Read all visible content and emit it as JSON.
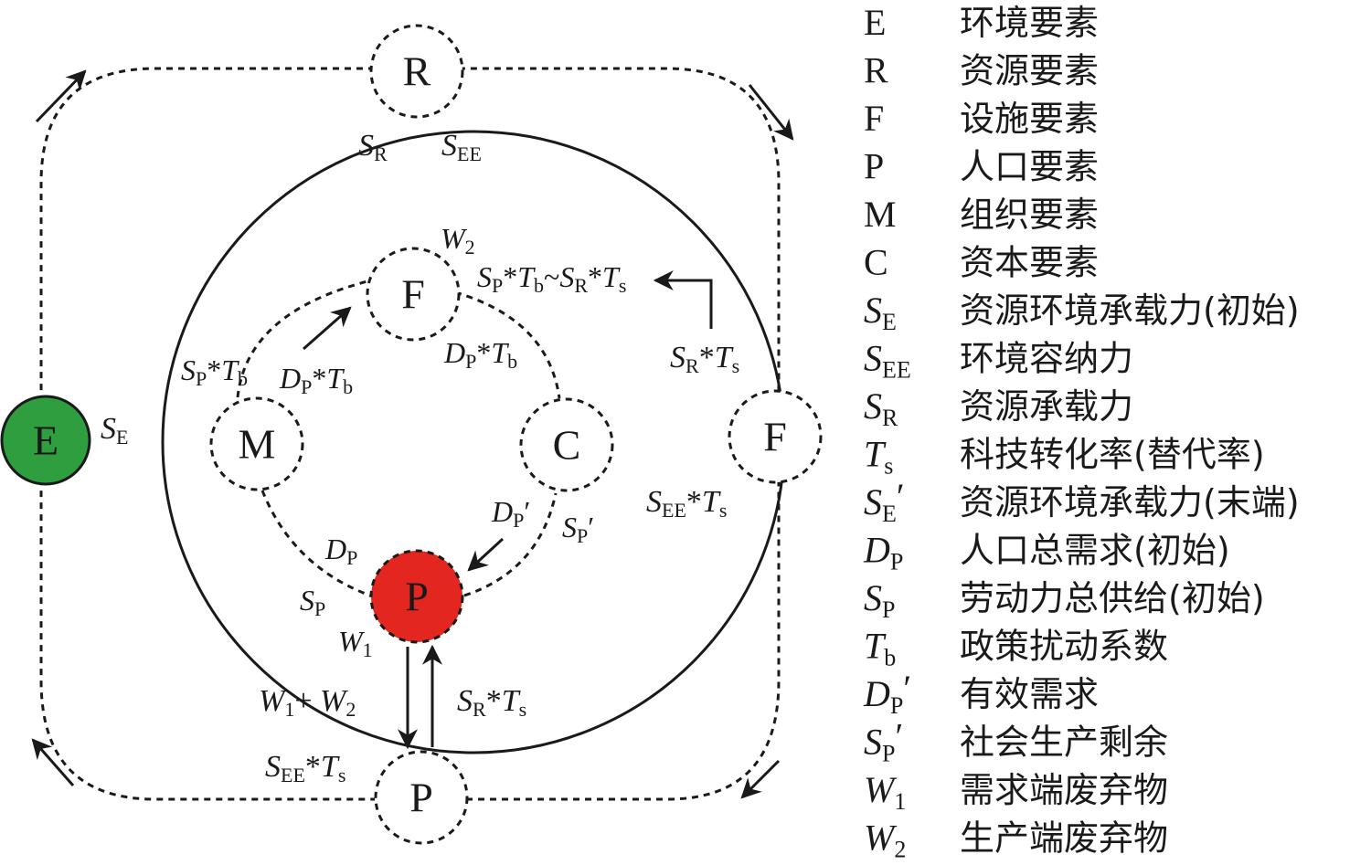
{
  "colors": {
    "env_node": "#2e9e3f",
    "pop_node": "#e3261f",
    "stroke": "#1a1a1a"
  },
  "nodes": {
    "env": "E",
    "resource": "R",
    "facility_inner": "F",
    "facility_outer": "F",
    "organization": "M",
    "capital": "C",
    "population_inner": "P",
    "population_outer": "P"
  },
  "labels": {
    "sr_top": {
      "s": "S",
      "sub": "R"
    },
    "see_top": {
      "s": "S",
      "sub": "EE"
    },
    "se_left": {
      "s": "S",
      "sub": "E"
    },
    "w2": {
      "s": "W",
      "sub": "2"
    },
    "sp_tb_sr_ts": {
      "a": "S",
      "a_sub": "P",
      "b": "*",
      "c": "T",
      "c_sub": "b",
      "d": "~",
      "e": "S",
      "e_sub": "R",
      "f": "*",
      "g": "T",
      "g_sub": "s"
    },
    "sp_tb_left": {
      "a": "S",
      "a_sub": "P",
      "b": "*",
      "c": "T",
      "c_sub": "b"
    },
    "dp_tb_left": {
      "a": "D",
      "a_sub": "P",
      "b": "*",
      "c": "T",
      "c_sub": "b"
    },
    "dp_tb_right": {
      "a": "D",
      "a_sub": "P",
      "b": "*",
      "c": "T",
      "c_sub": "b"
    },
    "sr_ts_right": {
      "a": "S",
      "a_sub": "R",
      "b": "*",
      "c": "T",
      "c_sub": "s"
    },
    "see_ts_right": {
      "a": "S",
      "a_sub": "EE",
      "b": "*",
      "c": "T",
      "c_sub": "s"
    },
    "dp_prime": {
      "a": "D",
      "a_sub": "P",
      "prime": "′"
    },
    "sp_prime": {
      "a": "S",
      "a_sub": "P",
      "prime": "′"
    },
    "dp": {
      "a": "D",
      "a_sub": "P"
    },
    "sp": {
      "a": "S",
      "a_sub": "P"
    },
    "w1": {
      "a": "W",
      "a_sub": "1"
    },
    "w1_w2": {
      "a": "W",
      "a_sub": "1",
      "b": "+ ",
      "c": "W",
      "c_sub": "2"
    },
    "sr_ts_bottom": {
      "a": "S",
      "a_sub": "R",
      "b": "*",
      "c": "T",
      "c_sub": "s"
    },
    "see_ts_bottom": {
      "a": "S",
      "a_sub": "EE",
      "b": "*",
      "c": "T",
      "c_sub": "s"
    }
  },
  "legend": [
    {
      "sym": "E",
      "sub": "",
      "prime": "",
      "italic": false,
      "desc": "环境要素"
    },
    {
      "sym": "R",
      "sub": "",
      "prime": "",
      "italic": false,
      "desc": "资源要素"
    },
    {
      "sym": "F",
      "sub": "",
      "prime": "",
      "italic": false,
      "desc": "设施要素"
    },
    {
      "sym": "P",
      "sub": "",
      "prime": "",
      "italic": false,
      "desc": "人口要素"
    },
    {
      "sym": "M",
      "sub": "",
      "prime": "",
      "italic": false,
      "desc": "组织要素"
    },
    {
      "sym": "C",
      "sub": "",
      "prime": "",
      "italic": false,
      "desc": "资本要素"
    },
    {
      "sym": "S",
      "sub": "E",
      "prime": "",
      "italic": true,
      "desc": "资源环境承载力(初始)"
    },
    {
      "sym": "S",
      "sub": "EE",
      "prime": "",
      "italic": true,
      "desc": "环境容纳力"
    },
    {
      "sym": "S",
      "sub": "R",
      "prime": "",
      "italic": true,
      "desc": "资源承载力"
    },
    {
      "sym": "T",
      "sub": "s",
      "prime": "",
      "italic": true,
      "desc": "科技转化率(替代率)"
    },
    {
      "sym": "S",
      "sub": "E",
      "prime": "′",
      "italic": true,
      "desc": "资源环境承载力(末端)"
    },
    {
      "sym": "D",
      "sub": "P",
      "prime": "",
      "italic": true,
      "desc": "人口总需求(初始)"
    },
    {
      "sym": "S",
      "sub": "P",
      "prime": "",
      "italic": true,
      "desc": "劳动力总供给(初始)"
    },
    {
      "sym": "T",
      "sub": "b",
      "prime": "",
      "italic": true,
      "desc": "政策扰动系数"
    },
    {
      "sym": "D",
      "sub": "P",
      "prime": "′",
      "italic": true,
      "desc": "有效需求"
    },
    {
      "sym": "S",
      "sub": "P",
      "prime": "′",
      "italic": true,
      "desc": "社会生产剩余"
    },
    {
      "sym": "W",
      "sub": "1",
      "prime": "",
      "italic": true,
      "desc": "需求端废弃物"
    },
    {
      "sym": "W",
      "sub": "2",
      "prime": "",
      "italic": true,
      "desc": "生产端废弃物"
    }
  ]
}
